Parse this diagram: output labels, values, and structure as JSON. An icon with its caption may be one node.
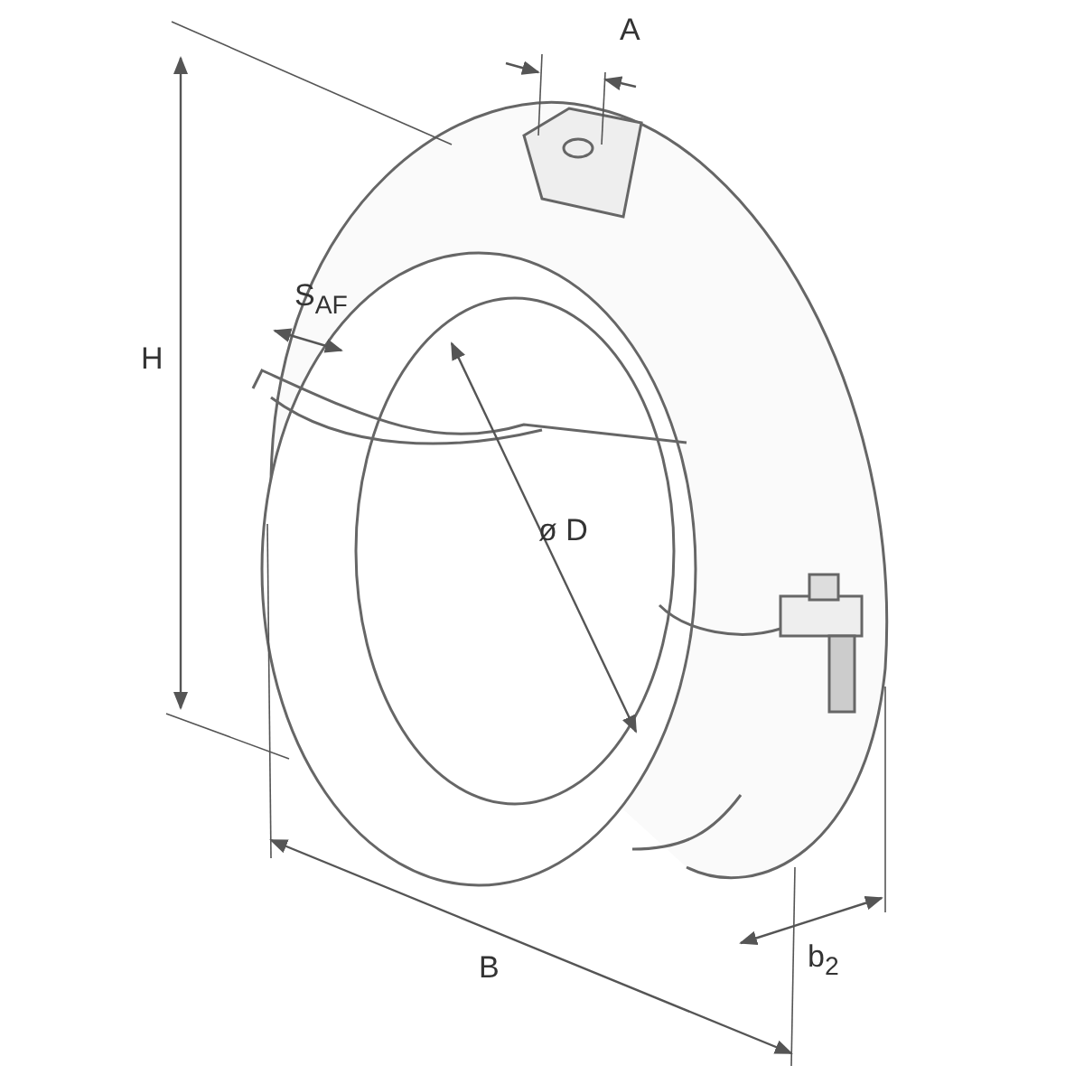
{
  "diagram": {
    "labels": [
      "A",
      "H",
      "S$_{AF}$",
      "ø D",
      "B",
      "b$_{2}$"
    ]
  }
}
